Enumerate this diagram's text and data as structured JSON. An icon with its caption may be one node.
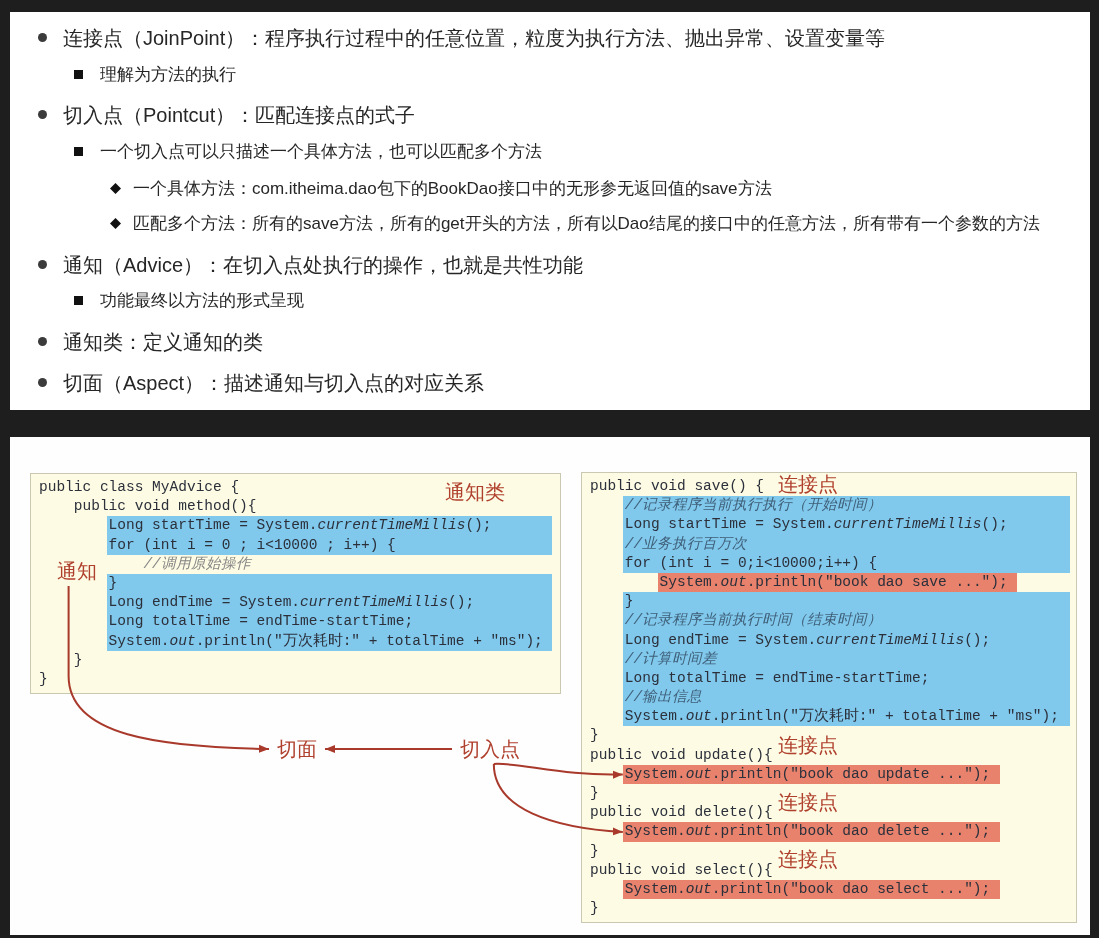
{
  "diagram": {
    "nodes": [
      {
        "text": [
          "public class MyAdvice {",
          "通知类",
          "public void method(){",
          "//调用原始操作",
          "}",
          "}"
        ]
      },
      {
        "text": [
          "Long startTime = System.*currentTimeMillis*();",
          "for (int i = 0 ; i<10000 ; i++) {"
        ],
        "in": 0
      },
      {
        "text": [
          "}",
          "Long endTime = System.*currentTimeMillis*();",
          "Long totalTime = endTime-startTime;",
          "System.*out*.println(\"万次耗时:\" + totalTime + \"ms\");"
        ],
        "in": 0
      },
      {
        "text": [
          "通知"
        ],
        "in": 0
      },
      {
        "text": [
          "public void save() {",
          "连接点",
          "}",
          "public void update(){",
          "连接点",
          "}",
          "public void delete(){",
          "连接点",
          "}",
          "public void select(){",
          "连接点",
          "}"
        ]
      },
      {
        "text": [
          "//记录程序当前执行执行（开始时间）",
          "Long startTime = System.*currentTimeMillis*();",
          "//业务执行百万次",
          "for (int i = 0;i<10000;i++) {"
        ],
        "in": 4
      },
      {
        "text": [
          "System.*out*.println(\"book dao save ...\");"
        ],
        "in": 4
      },
      {
        "text": [
          "}",
          "//记录程序当前执行时间（结束时间）",
          "Long endTime = System.*currentTimeMillis*();",
          "//计算时间差",
          "Long totalTime = endTime-startTime;",
          "//输出信息",
          "System.*out*.println(\"万次耗时:\" + totalTime + \"ms\");"
        ],
        "in": 4
      },
      {
        "text": [
          "System.*out*.println(\"book dao update ...\");"
        ],
        "in": 4
      },
      {
        "text": [
          "System.*out*.println(\"book dao delete ...\");"
        ],
        "in": 4
      },
      {
        "text": [
          "System.*out*.println(\"book dao select ...\");"
        ],
        "in": 4
      },
      {
        "text": [
          "切面"
        ]
      },
      {
        "text": [
          "切入点"
        ]
      }
    ],
    "edges": [
      {
        "from": 3,
        "to": 11,
        "arrow": "to"
      },
      {
        "from": 12,
        "to": 11,
        "arrow": "to"
      },
      {
        "from": 12,
        "to": 8,
        "arrow": "to"
      },
      {
        "from": 12,
        "to": 9,
        "arrow": "to"
      }
    ],
    "labels": [
      "连接点（JoinPoint）：程序执行过程中的任意位置，粒度为执行方法、抛出异常、设置变量等",
      "理解为方法的执行",
      "切入点（Pointcut）：匹配连接点的式子",
      "一个切入点可以只描述一个具体方法，也可以匹配多个方法",
      "一个具体方法：com.itheima.dao包下的BookDao接口中的无形参无返回值的save方法",
      "匹配多个方法：所有的save方法，所有的get开头的方法，所有以Dao结尾的接口中的任意方法，所有带有一个参数的方法",
      "通知（Advice）：在切入点处执行的操作，也就是共性功能",
      "功能最终以方法的形式呈现",
      "通知类：定义通知的类",
      "切面（Aspect）：描述通知与切入点的对应关系"
    ]
  }
}
